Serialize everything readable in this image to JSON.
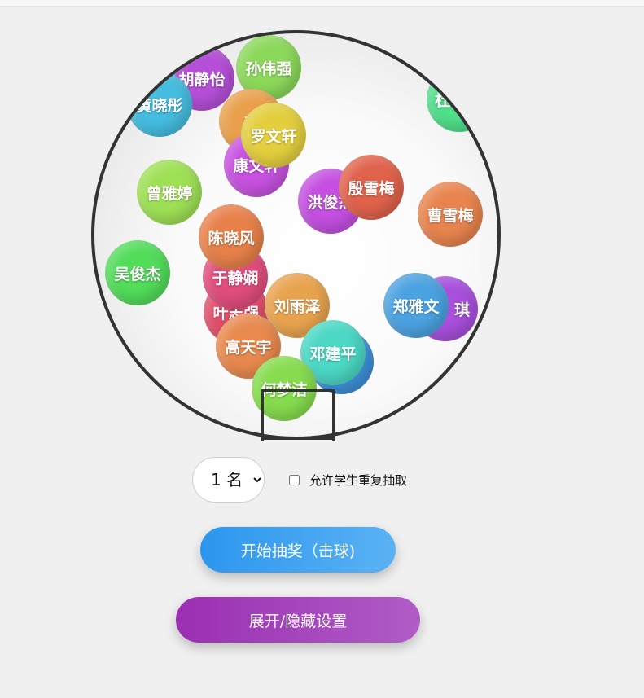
{
  "balls": [
    {
      "name": "胡静怡",
      "color": "#b54fd8"
    },
    {
      "name": "孙伟强",
      "color": "#8bd85a"
    },
    {
      "name": "黄晓彤",
      "color": "#45bde0"
    },
    {
      "name": "赵",
      "color": "#e9a04c"
    },
    {
      "name": "罗文轩",
      "color": "#e3cf3d"
    },
    {
      "name": "康文轩",
      "color": "#c752e0"
    },
    {
      "name": "杜",
      "color": "#4fe08a"
    },
    {
      "name": "曾雅婷",
      "color": "#9ee055"
    },
    {
      "name": "洪俊杰",
      "color": "#c44fe0"
    },
    {
      "name": "殷雪梅",
      "color": "#e0624b"
    },
    {
      "name": "曹雪梅",
      "color": "#e8844e"
    },
    {
      "name": "陈晓风",
      "color": "#e8804a"
    },
    {
      "name": "吴俊杰",
      "color": "#52dc5a"
    },
    {
      "name": "于静娴",
      "color": "#e04d7c"
    },
    {
      "name": "叶志强",
      "color": "#e04d6a"
    },
    {
      "name": "刘雨泽",
      "color": "#e8a34e"
    },
    {
      "name": "琪",
      "color": "#a84fdc"
    },
    {
      "name": "郑雅文",
      "color": "#4ba2e0"
    },
    {
      "name": "高天宇",
      "color": "#e8894e"
    },
    {
      "name": "邓建平",
      "color": "#4bd8c4"
    },
    {
      "name": "何梦洁",
      "color": "#86dc4e"
    }
  ],
  "controls": {
    "count_options": [
      "1 名"
    ],
    "count_selected": "1 名",
    "repeat_checked": false,
    "repeat_label": "允许学生重复抽取"
  },
  "buttons": {
    "start_label": "开始抽奖（击球)",
    "settings_label": "展开/隐藏设置"
  },
  "colors": {
    "start": "#2c96ee",
    "settings": "#9b2fb3",
    "globe_border": "#333333"
  }
}
